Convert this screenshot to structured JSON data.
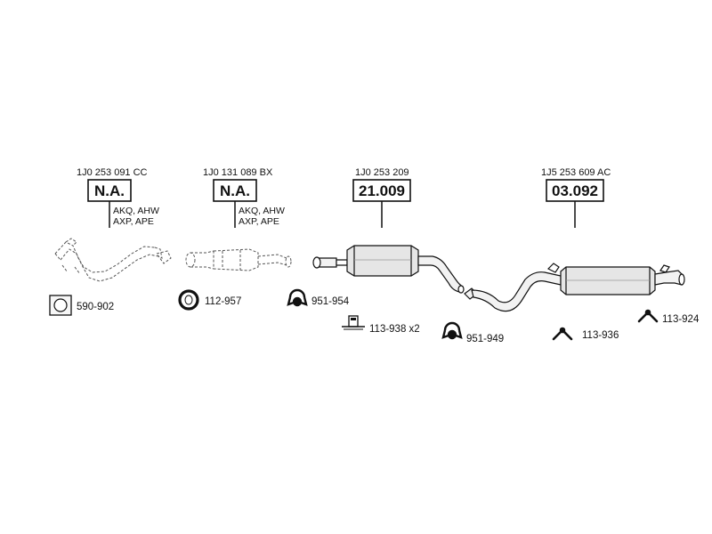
{
  "sections": [
    {
      "oem": "1J0 253 091 CC",
      "box": "N.A.",
      "engines": [
        "AKQ, AHW",
        "AXP, APE"
      ]
    },
    {
      "oem": "1J0 131 089 BX",
      "box": "N.A.",
      "engines": [
        "AKQ, AHW",
        "AXP, APE"
      ]
    },
    {
      "oem": "1J0 253 209",
      "box": "21.009",
      "engines": []
    },
    {
      "oem": "1J5 253 609 AC",
      "box": "03.092",
      "engines": []
    }
  ],
  "parts": [
    {
      "code": "590-902",
      "icon": "gasket-icon"
    },
    {
      "code": "112-957",
      "icon": "ring-gasket-icon"
    },
    {
      "code": "951-954",
      "icon": "clamp-icon"
    },
    {
      "code": "113-938 x2",
      "icon": "rubber-mount-icon"
    },
    {
      "code": "951-949",
      "icon": "clamp-icon"
    },
    {
      "code": "113-936",
      "icon": "hanger-icon"
    },
    {
      "code": "113-924",
      "icon": "hanger-icon"
    }
  ]
}
